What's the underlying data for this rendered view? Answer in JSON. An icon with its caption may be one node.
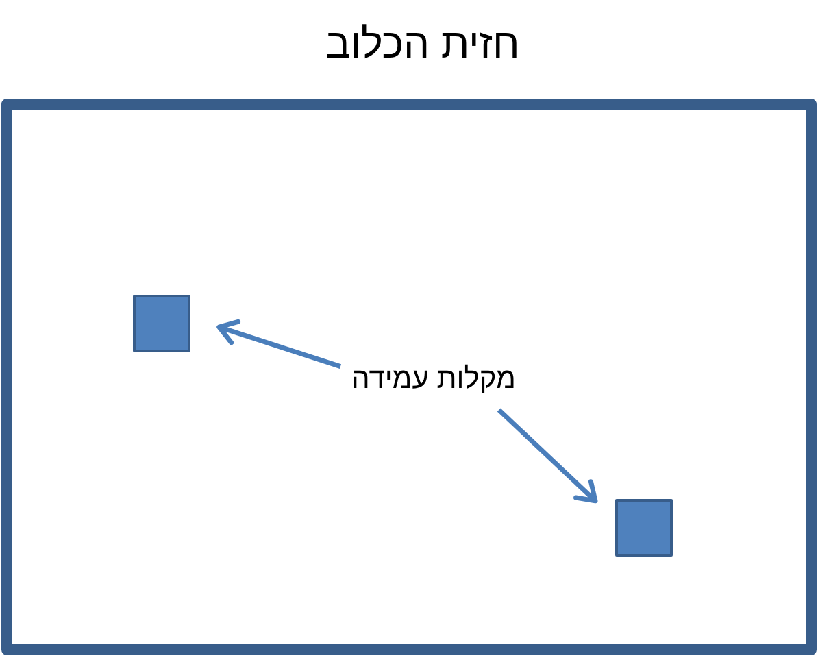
{
  "diagram": {
    "nodes": [
      {
        "text": [
          "חזית הכלוב"
        ]
      },
      {
        "text": [],
        "shape": "box",
        "in": 0
      },
      {
        "text": [
          "מקלות עמידה"
        ],
        "in": 0
      },
      {
        "text": [],
        "shape": "box",
        "in": 0
      }
    ],
    "edges": [
      {
        "from": 2,
        "to": 1,
        "arrow": "to"
      },
      {
        "from": 2,
        "to": 3,
        "arrow": "to"
      }
    ]
  }
}
